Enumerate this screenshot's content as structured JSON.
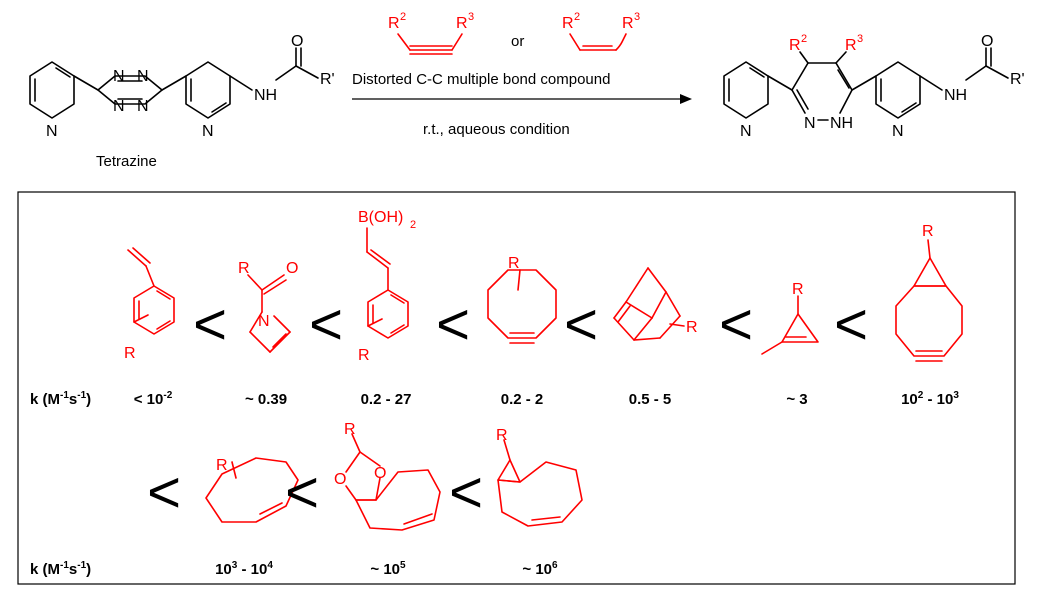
{
  "scheme": {
    "reactant_name": "Tetrazine",
    "reagent_or": "or",
    "reagent_line": "Distorted C-C multiple bond compound",
    "conditions": "r.t., aqueous condition",
    "atoms": {
      "N": "N",
      "NH": "NH",
      "O": "O",
      "Rp": "R'",
      "R": "R",
      "R2": "R",
      "R3": "R",
      "sup2": "2",
      "sup3": "3",
      "B": "B(OH)",
      "Bsub": "2"
    }
  },
  "panel": {
    "k_label": "k (M",
    "k_sup1": "-1",
    "k_mid": "s",
    "k_sup2": "-1",
    "k_close": ")",
    "less_than": "<",
    "row1": [
      {
        "name": "styrene",
        "rate": "< 10",
        "rate_sup": "-2"
      },
      {
        "name": "azetine",
        "rate": "~ 0.39",
        "rate_sup": ""
      },
      {
        "name": "vinylboronic-acid",
        "rate": "0.2 - 27",
        "rate_sup": ""
      },
      {
        "name": "cyclooctyne",
        "rate": "0.2 - 2",
        "rate_sup": ""
      },
      {
        "name": "norbornene",
        "rate": "0.5 - 5",
        "rate_sup": ""
      },
      {
        "name": "cyclopropene",
        "rate": "~ 3",
        "rate_sup": ""
      },
      {
        "name": "bcn",
        "rate": "10",
        "rate_sup": "2",
        "rate_tail": " - 10",
        "rate_sup_tail": "3"
      }
    ],
    "row2": [
      {
        "name": "trans-cyclooctene",
        "rate": "10",
        "rate_sup": "3",
        "rate_tail": " - 10",
        "rate_sup_tail": "4"
      },
      {
        "name": "dioxolane-tco",
        "rate": "~ 10",
        "rate_sup": "5"
      },
      {
        "name": "cyclopropane-tco",
        "rate": "~ 10",
        "rate_sup": "6"
      }
    ]
  }
}
